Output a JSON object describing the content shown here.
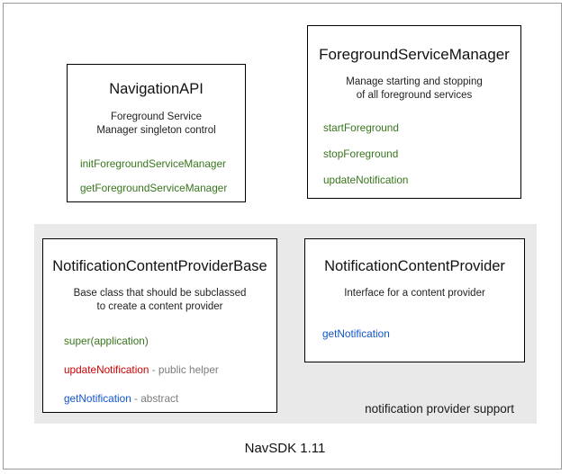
{
  "diagram": {
    "footer_caption": "NavSDK 1.11",
    "group_panel": {
      "label": "notification provider support"
    },
    "colors": {
      "method_green": "#38761d",
      "method_red": "#cc0000",
      "method_blue": "#1155cc",
      "note_gray": "#7b7b7b",
      "panel_gray": "#e9e9e9",
      "box_border": "#000000"
    },
    "boxes": [
      {
        "id": "navigation-api",
        "title": "NavigationAPI",
        "description_line1": "Foreground Service",
        "description_line2": "Manager singleton control",
        "members": [
          {
            "name": "initForegroundServiceManager",
            "note": "",
            "color": "green"
          },
          {
            "name": "getForegroundServiceManager",
            "note": "",
            "color": "green"
          }
        ]
      },
      {
        "id": "foreground-service-manager",
        "title": "ForegroundServiceManager",
        "description_line1": "Manage starting and stopping",
        "description_line2": "of all foreground services",
        "members": [
          {
            "name": "startForeground",
            "note": "",
            "color": "green"
          },
          {
            "name": "stopForeground",
            "note": "",
            "color": "green"
          },
          {
            "name": "updateNotification",
            "note": "",
            "color": "green"
          }
        ]
      },
      {
        "id": "notification-content-provider-base",
        "title": "NotificationContentProviderBase",
        "description_line1": "Base class that should be subclassed",
        "description_line2": "to create a content provider",
        "members": [
          {
            "name": "super(application)",
            "note": "",
            "color": "green"
          },
          {
            "name": "updateNotification",
            "note": " - public helper",
            "color": "red"
          },
          {
            "name": "getNotification",
            "note": " - abstract",
            "color": "blue"
          }
        ]
      },
      {
        "id": "notification-content-provider",
        "title": "NotificationContentProvider",
        "description_line1": "Interface for a content provider",
        "description_line2": "",
        "members": [
          {
            "name": "getNotification",
            "note": "",
            "color": "blue"
          }
        ]
      }
    ]
  }
}
